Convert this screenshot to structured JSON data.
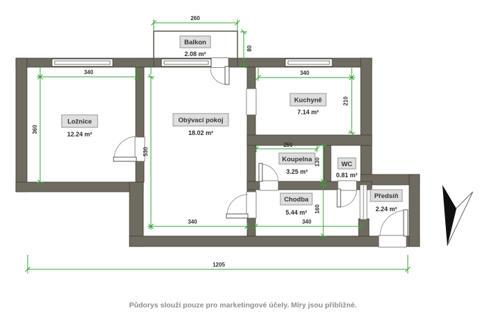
{
  "plan": {
    "rooms": [
      {
        "name": "Ložnice",
        "area": "12.24 m²"
      },
      {
        "name": "Obývací pokoj",
        "area": "18.02 m²"
      },
      {
        "name": "Kuchyně",
        "area": "7.14 m²"
      },
      {
        "name": "Balkon",
        "area": "2.08 m²"
      },
      {
        "name": "Koupelna",
        "area": "3.25 m²"
      },
      {
        "name": "WC",
        "area": "0.81 m²"
      },
      {
        "name": "Chodba",
        "area": "5.44 m²"
      },
      {
        "name": "Předsíň",
        "area": "2.24 m²"
      }
    ],
    "dimensions": {
      "balkon_width": "260",
      "balkon_depth": "80",
      "loznice_width": "340",
      "loznice_depth": "360",
      "obyvaci_depth": "530",
      "obyvaci_width": "340",
      "kuchyne_width": "340",
      "kuchyne_depth": "210",
      "koupelna_width": "250",
      "koupelna_depth": "130",
      "chodba_depth": "160",
      "chodba_width": "340",
      "total_width": "1205"
    },
    "colors": {
      "wall": "#6f6b60",
      "dimension_line": "#33a033",
      "label_box": "#dedede"
    }
  },
  "footer": {
    "disclaimer": "Půdorys slouží pouze pro marketingové účely. Míry jsou přibližné."
  }
}
